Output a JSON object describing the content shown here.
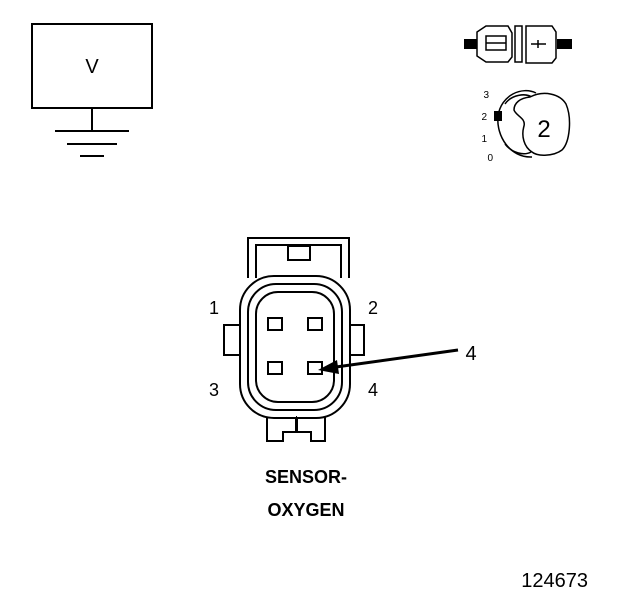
{
  "meter": {
    "symbol": "V"
  },
  "key_switch": {
    "positions": [
      "3",
      "2",
      "1",
      "0"
    ],
    "callout": "2"
  },
  "connector": {
    "pins": [
      "1",
      "2",
      "3",
      "4"
    ],
    "arrow_callout": "4",
    "caption_line1": "SENSOR-",
    "caption_line2": "OXYGEN"
  },
  "figure_id": "124673"
}
